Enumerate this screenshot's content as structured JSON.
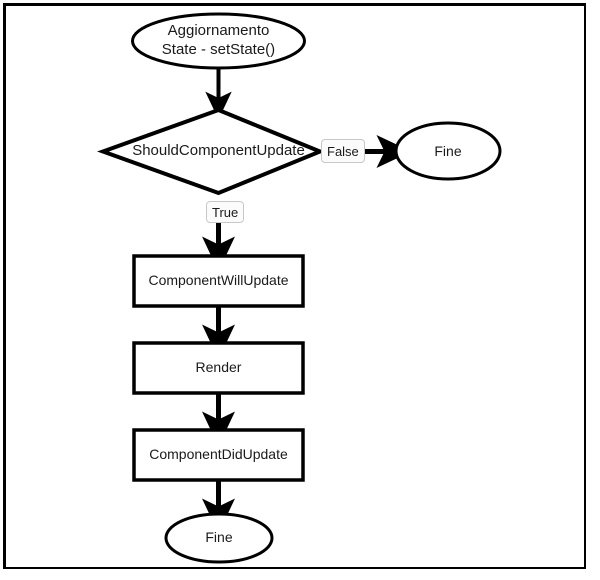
{
  "diagram": {
    "title": "React update lifecycle flowchart",
    "colors": {
      "stroke": "#000000",
      "fill": "#ffffff",
      "text": "#1a1a1a",
      "label_bg": "#fbfbfb",
      "label_border": "#c8c8c8"
    },
    "nodes": {
      "start": {
        "shape": "ellipse",
        "label": "Aggiornamento\nState - setState()"
      },
      "decision": {
        "shape": "diamond",
        "label": "ShouldComponentUpdate"
      },
      "end_false": {
        "shape": "ellipse",
        "label": "Fine"
      },
      "will_update": {
        "shape": "rectangle",
        "label": "ComponentWillUpdate"
      },
      "render": {
        "shape": "rectangle",
        "label": "Render"
      },
      "did_update": {
        "shape": "rectangle",
        "label": "ComponentDidUpdate"
      },
      "end_true": {
        "shape": "ellipse",
        "label": "Fine"
      }
    },
    "edges": {
      "false_label": "False",
      "true_label": "True"
    }
  }
}
